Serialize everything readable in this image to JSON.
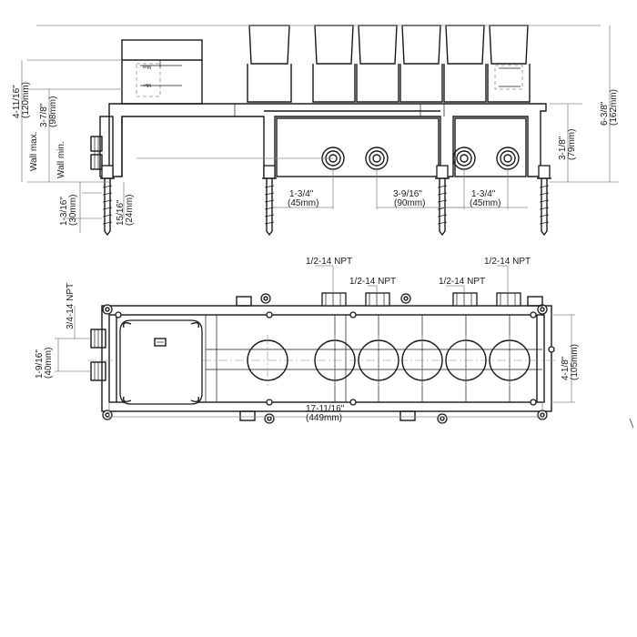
{
  "dimensions": {
    "wall_max": "Wall max.",
    "wall_min": "Wall min.",
    "wall_max_in": "4-11/16\"",
    "wall_max_mm": "(120mm)",
    "wall_min_in": "3-7/8\"",
    "wall_min_mm": "(98mm)",
    "pipe_depth_in": "1-3/16\"",
    "pipe_depth_mm": "(30mm)",
    "stub_in": "15/16\"",
    "stub_mm": "(24mm)",
    "spacing_left_in": "1-3/4\"",
    "spacing_left_mm": "(45mm)",
    "spacing_mid_in": "3-9/16\"",
    "spacing_mid_mm": "(90mm)",
    "spacing_right_in": "1-3/4\"",
    "spacing_right_mm": "(45mm)",
    "body_height_in": "3-1/8\"",
    "body_height_mm": "(79mm)",
    "total_height_in": "6-3/8\"",
    "total_height_mm": "(162mm)",
    "npt_outlet": "1/2-14 NPT",
    "npt_inlet": "3/4-14 NPT",
    "inlet_spacing_in": "1-9/16\"",
    "inlet_spacing_mm": "(40mm)",
    "length_in": "17-11/16\"",
    "length_mm": "(449mm)",
    "width_in": "4-1/8\"",
    "width_mm": "(105mm)"
  },
  "gauge": {
    "max": "Max",
    "min": "Min"
  }
}
